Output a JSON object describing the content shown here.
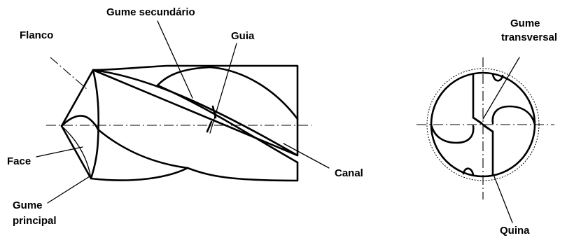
{
  "labels": {
    "flanco": "Flanco",
    "gume_secundario": "Gume secundário",
    "guia": "Guia",
    "face": "Face",
    "canal": "Canal",
    "gume_principal_1": "Gume",
    "gume_principal_2": "principal",
    "gume_transversal_1": "Gume",
    "gume_transversal_2": "transversal",
    "quina": "Quina"
  },
  "colors": {
    "ink": "#000000",
    "background": "#ffffff"
  }
}
